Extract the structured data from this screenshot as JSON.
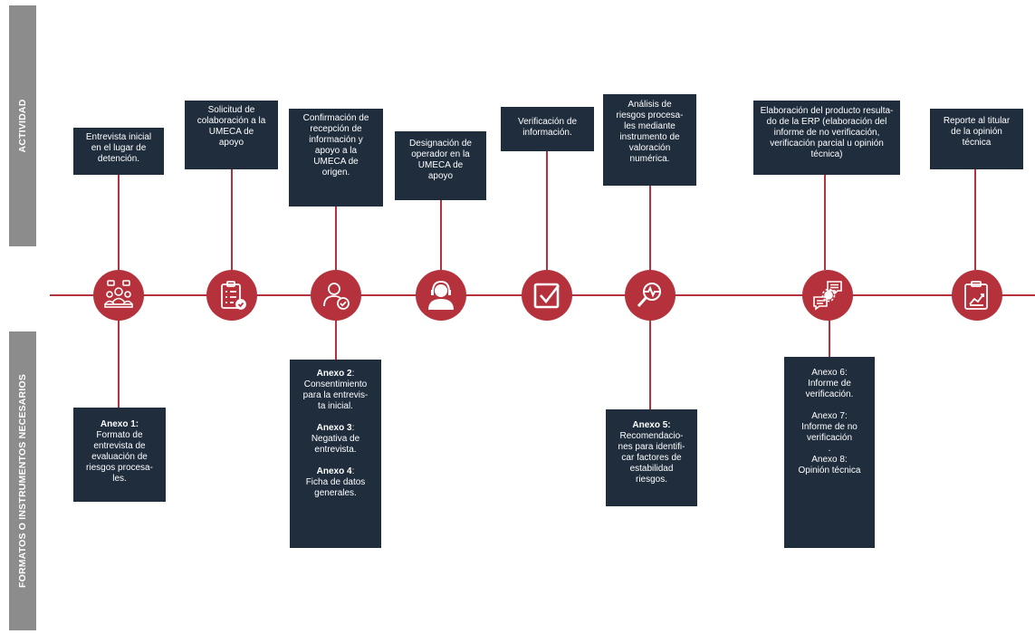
{
  "sidebar": {
    "top_label": "ACTIVIDAD",
    "bottom_label": "FORMATOS O INSTRUMENTOS NECESARIOS"
  },
  "colors": {
    "accent": "#b5313b",
    "box": "#1f2d3d",
    "sidebar": "#8c8c8c"
  },
  "steps": [
    {
      "icon": "group-interview-icon",
      "activity": [
        "Entrevista inicial",
        "en el lugar de",
        "detención."
      ]
    },
    {
      "icon": "clipboard-checklist-icon",
      "activity": [
        "Solicitud de",
        "colaboración a la",
        "UMECA de",
        "apoyo"
      ]
    },
    {
      "icon": "user-check-icon",
      "activity": [
        "Confirmación de",
        "recepción de",
        "información y",
        "apoyo a la",
        "UMECA de",
        "origen."
      ]
    },
    {
      "icon": "operator-headset-icon",
      "activity": [
        "Designación de",
        "operador en la",
        "UMECA de",
        "apoyo"
      ]
    },
    {
      "icon": "checkbox-icon",
      "activity": [
        "Verificación de",
        "información."
      ]
    },
    {
      "icon": "magnifier-pulse-icon",
      "activity": [
        "Análisis de",
        "riesgos procesa-",
        "les mediante",
        "instrumento de",
        "valoración",
        "numérica."
      ]
    },
    {
      "icon": "chat-gear-icon",
      "activity": [
        "Elaboración del producto resulta-",
        "do de la ERP (elaboración del",
        "informe de no verificación,",
        "verificación parcial u opinión",
        "técnica)"
      ]
    },
    {
      "icon": "report-chart-icon",
      "activity": [
        "Reporte al titular",
        "de la opinión",
        "técnica"
      ]
    }
  ],
  "formats": {
    "f1": {
      "title": "Anexo 1:",
      "lines": [
        "Formato de",
        "entrevista de",
        "evaluación de",
        "riesgos procesa-",
        "les."
      ]
    },
    "f2": {
      "annexes": [
        {
          "title": "Anexo 2",
          "colon": ":",
          "lines": [
            "Consentimiento",
            "para la entrevis-",
            "ta inicial."
          ]
        },
        {
          "title": "Anexo 3",
          "colon": ":",
          "lines": [
            "Negativa de",
            "entrevista."
          ]
        },
        {
          "title": "Anexo 4",
          "colon": ":",
          "lines": [
            "Ficha de datos",
            "generales."
          ]
        }
      ]
    },
    "f5": {
      "title": "Anexo 5:",
      "lines": [
        "Recomendacio-",
        "nes para identifi-",
        "car factores de",
        "estabilidad",
        "riesgos."
      ]
    },
    "f6": {
      "lines": [
        "Anexo 6:",
        "Informe de",
        "verificación.",
        "",
        "Anexo 7:",
        "Informe de no",
        "verificación",
        ".",
        "Anexo 8:",
        "Opinión técnica"
      ]
    }
  }
}
